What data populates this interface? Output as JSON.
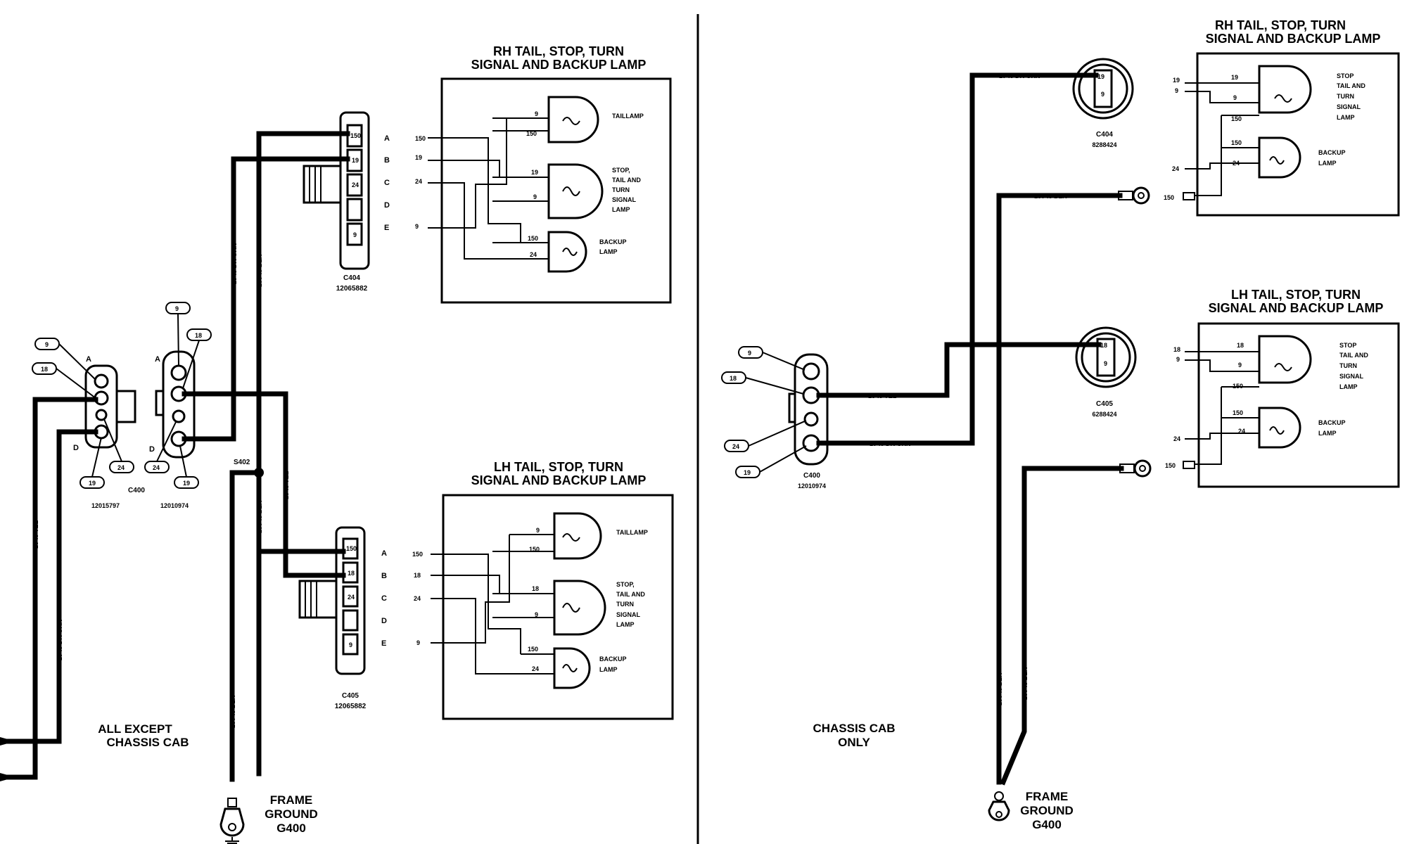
{
  "left": {
    "rh_title": [
      "RH TAIL, STOP, TURN",
      "SIGNAL AND BACKUP LAMP"
    ],
    "lh_title": [
      "LH TAIL, STOP, TURN",
      "SIGNAL AND BACKUP LAMP"
    ],
    "section_label": [
      "ALL EXCEPT",
      "CHASSIS CAB"
    ],
    "ground_label": [
      "FRAME",
      "GROUND",
      "G400"
    ],
    "c400_name": "C400",
    "c400_part_a": "12015797",
    "c400_part_b": "12010974",
    "c404_name": "C404",
    "c404_part": "12065882",
    "c405_name": "C405",
    "c405_part": "12065882",
    "splice": "S402",
    "lamp_labels": {
      "taillamp": "TAILLAMP",
      "stop": [
        "STOP,",
        "TAIL AND",
        "TURN",
        "SIGNAL",
        "LAMP"
      ],
      "backup": [
        "BACKUP",
        "LAMP"
      ]
    },
    "cavity_letters": [
      "A",
      "B",
      "C",
      "D",
      "E"
    ],
    "rh_pin_circuits": [
      "150",
      "19",
      "24",
      "",
      "9"
    ],
    "lh_pin_circuits": [
      "150",
      "18",
      "24",
      "",
      "9"
    ],
    "rh_lamp_pins": [
      "9",
      "150",
      "19",
      "9",
      "150",
      "24"
    ],
    "lh_lamp_pins": [
      "9",
      "150",
      "18",
      "9",
      "150",
      "24"
    ],
    "bubbles_left": [
      "9",
      "18",
      "19",
      "24"
    ],
    "bubbles_mid": [
      "9",
      "18",
      "24",
      "19"
    ],
    "plug_letters": [
      "A",
      "D"
    ],
    "wires": {
      "yel": "18-.8 YEL",
      "dkgrn": "19-.8 DK GRN",
      "dkgrn_v": "19-.8 DK GRN",
      "blk150": "150-.8 BLK",
      "blk150_b": "150-.8 BLK",
      "blk150_c": "150-.8 BLK",
      "yel_v": "18-.8 YEL"
    }
  },
  "right": {
    "rh_title": [
      "RH TAIL, STOP, TURN",
      "SIGNAL AND BACKUP LAMP"
    ],
    "lh_title": [
      "LH TAIL, STOP, TURN",
      "SIGNAL AND BACKUP LAMP"
    ],
    "section_label": [
      "CHASSIS CAB",
      "ONLY"
    ],
    "ground_label": [
      "FRAME",
      "GROUND",
      "G400"
    ],
    "c404_name": "C404",
    "c404_part": "8288424",
    "c405_name": "C405",
    "c405_part": "6288424",
    "c400_name": "C400",
    "c400_part": "12010974",
    "c404_pins": [
      "19",
      "9"
    ],
    "c405_pins": [
      "18",
      "9"
    ],
    "bubbles": [
      "9",
      "18",
      "24",
      "19"
    ],
    "wires": {
      "dkgrn_top": "19-.8 DK GRN",
      "blk_top": "150-.8 BLK",
      "yel_mid": "18-.8 YEL",
      "blk_mid": "150-.8 BLK",
      "yel_c400": "18-.8 YEL",
      "dkgrn_c400": "19-.8 DK GRN",
      "blk_v1": "150-.8 BLK",
      "blk_v2": "150-.8 BLK"
    },
    "rh_inputs": [
      "19",
      "9",
      "24",
      "150"
    ],
    "lh_inputs": [
      "18",
      "9",
      "24",
      "150"
    ],
    "rh_lamp_pins": [
      "19",
      "9",
      "150",
      "150",
      "24"
    ],
    "lh_lamp_pins": [
      "18",
      "9",
      "150",
      "150",
      "24"
    ],
    "lamp_labels": {
      "stop": [
        "STOP",
        "TAIL AND",
        "TURN",
        "SIGNAL",
        "LAMP"
      ],
      "backup": [
        "BACKUP",
        "LAMP"
      ]
    }
  }
}
